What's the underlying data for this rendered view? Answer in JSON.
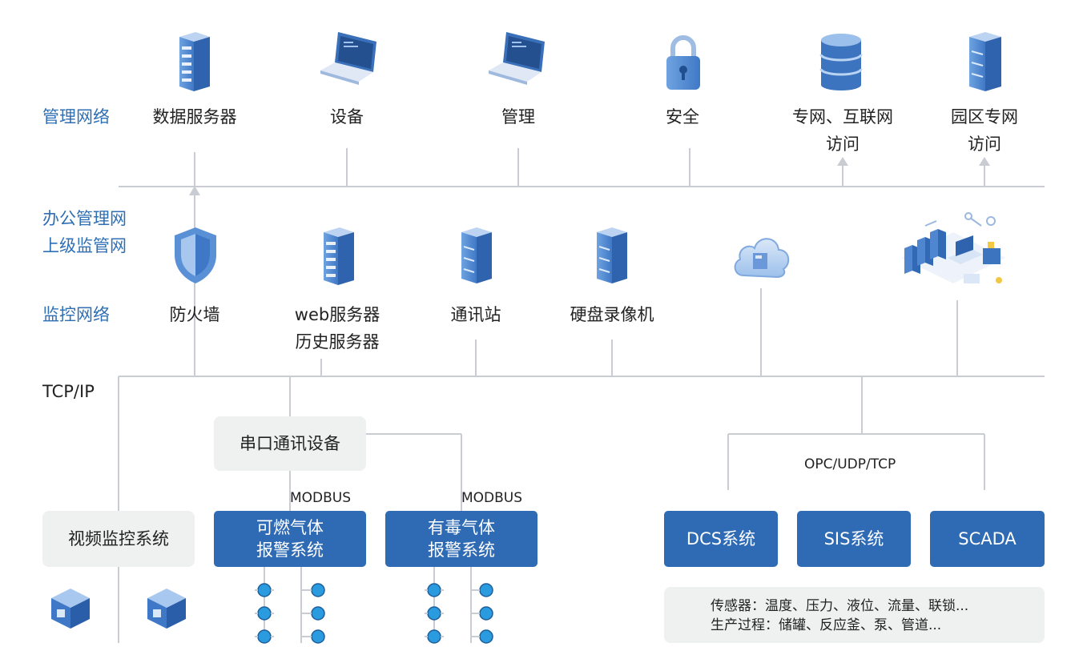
{
  "sections": {
    "management": "管理网络",
    "office_line1": "办公管理网",
    "office_line2": "上级监管网",
    "monitoring": "监控网络",
    "tcpip": "TCP/IP"
  },
  "top_nodes": {
    "data_server": "数据服务器",
    "equipment": "设备",
    "manage": "管理",
    "security": "安全",
    "private_net_1": "专网、互联网",
    "private_net_2": "访问",
    "park_net_1": "园区专网",
    "park_net_2": "访问"
  },
  "mid_nodes": {
    "firewall": "防火墙",
    "web_server_1": "web服务器",
    "web_server_2": "历史服务器",
    "comm_station": "通讯站",
    "nvr": "硬盘录像机"
  },
  "bottom": {
    "serial_device": "串口通讯设备",
    "video_system": "视频监控系统",
    "modbus_left": "MODBUS",
    "modbus_right": "MODBUS",
    "combustible_1": "可燃气体",
    "combustible_2": "报警系统",
    "toxic_1": "有毒气体",
    "toxic_2": "报警系统",
    "opc": "OPC/UDP/TCP",
    "dcs": "DCS系统",
    "sis": "SIS系统",
    "scada": "SCADA",
    "note_line1": "传感器：温度、压力、液位、流量、联锁...",
    "note_line2": "生产过程：储罐、反应釜、泵、管道..."
  },
  "colors": {
    "accent_blue": "#2f6ab4",
    "label_blue": "#2f6fb5",
    "line_grey": "#c9ccd3",
    "box_grey": "#eef1f0",
    "sensor_dot": "#2b9be0"
  }
}
